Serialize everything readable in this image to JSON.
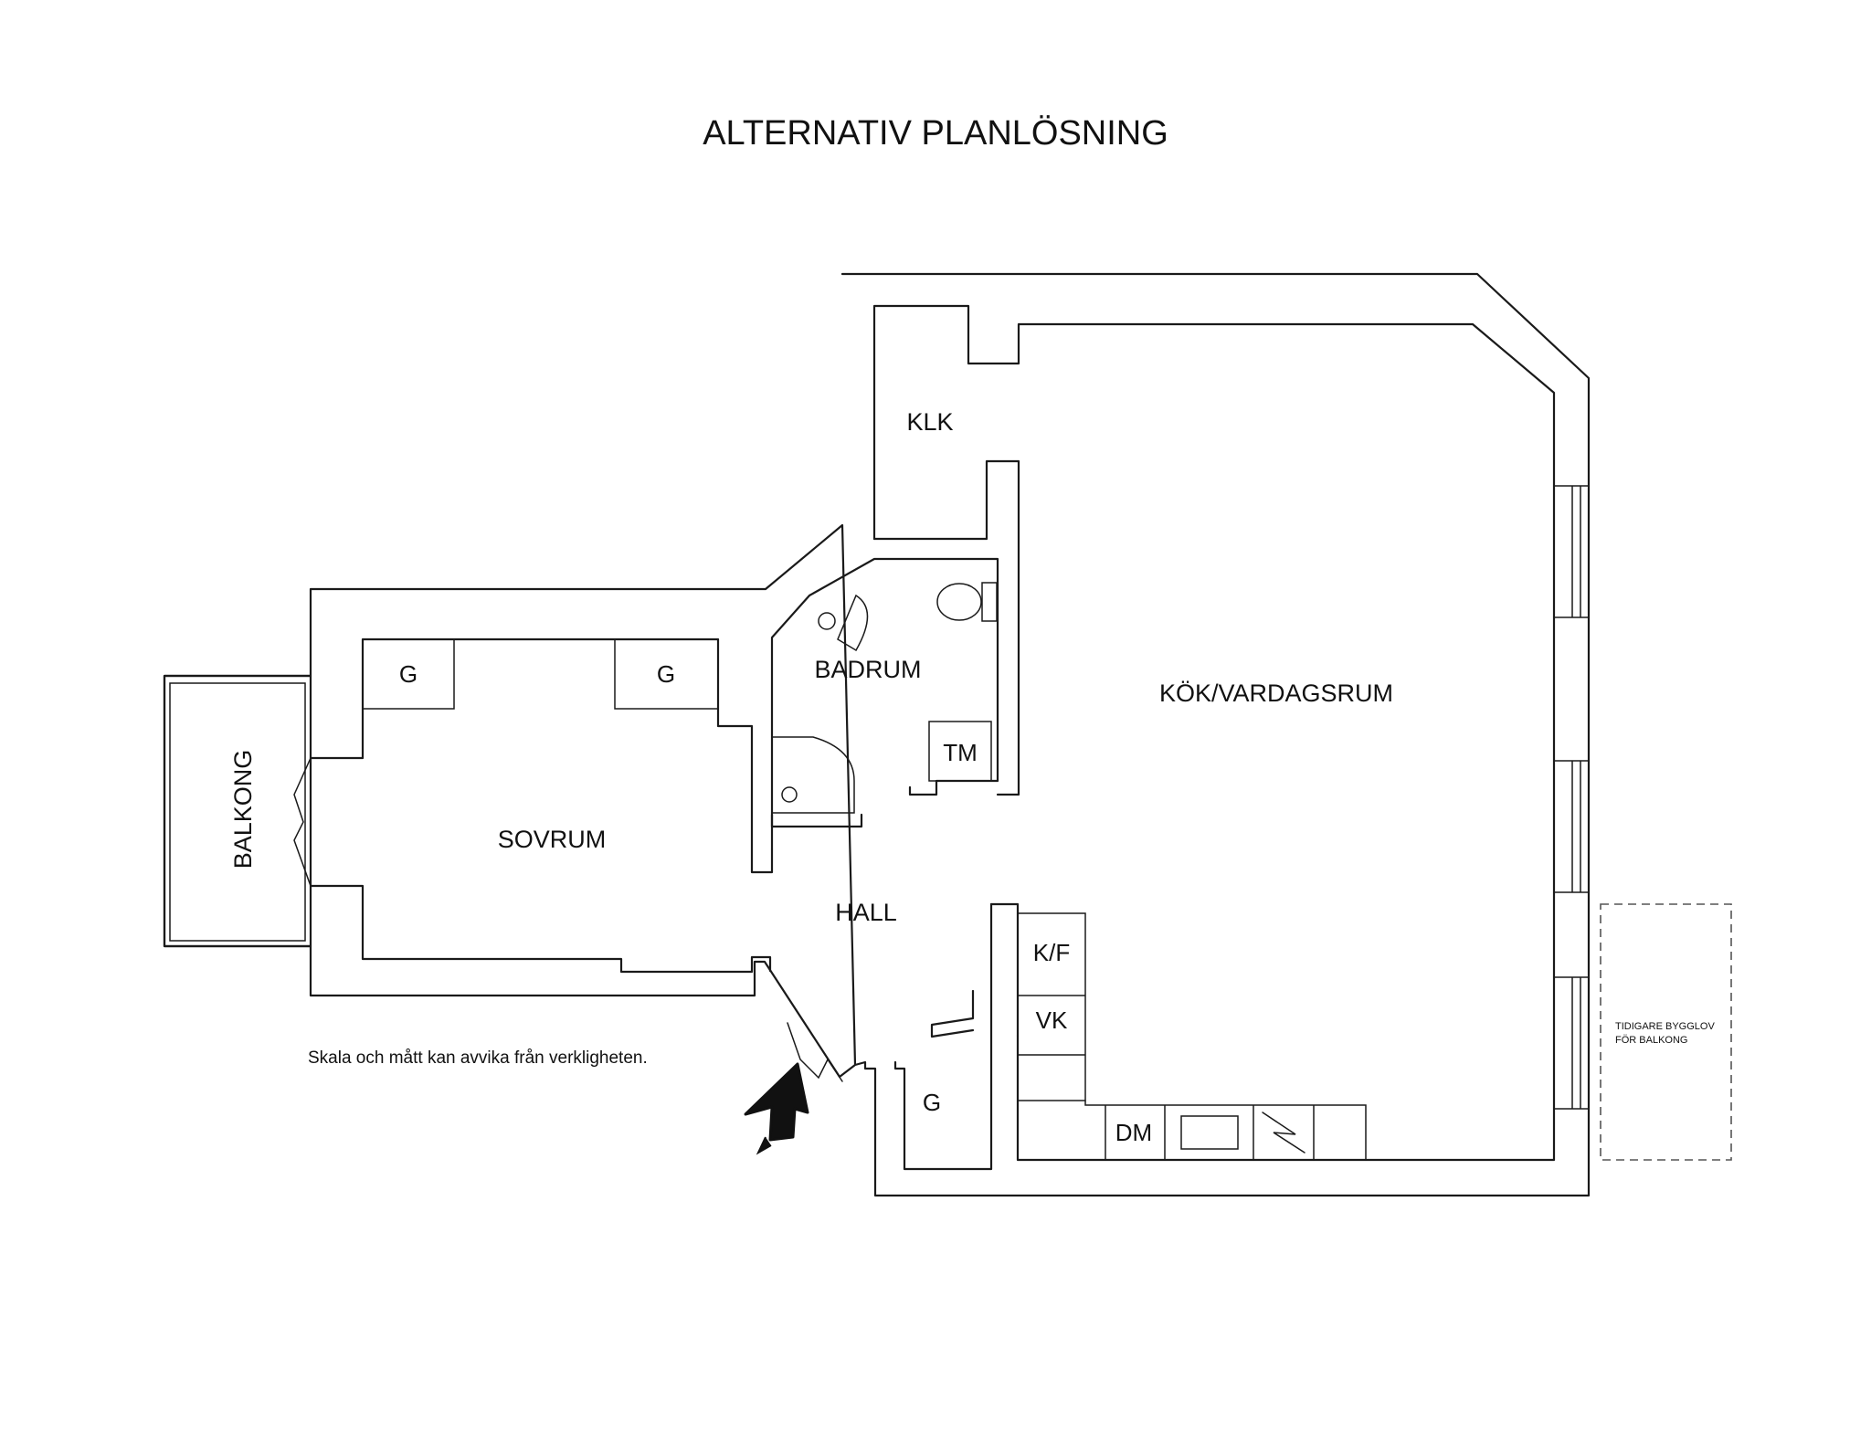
{
  "title": "ALTERNATIV PLANLÖSNING",
  "disclaimer": "Skala och mått kan avvika från verkligheten.",
  "rooms": {
    "klk": "KLK",
    "kok_vardagsrum": "KÖK/VARDAGSRUM",
    "badrum": "BADRUM",
    "tm": "TM",
    "sovrum": "SOVRUM",
    "balkong": "BALKONG",
    "hall": "HALL",
    "kf": "K/F",
    "vk": "VK",
    "dm": "DM",
    "g_sovrum_left": "G",
    "g_sovrum_right": "G",
    "g_hall": "G"
  },
  "balcony_note": {
    "line1": "TIDIGARE BYGGLOV",
    "line2": "FÖR BALKONG"
  },
  "colors": {
    "line": "#1a1a1a",
    "background": "#ffffff",
    "entrance_arrow": "#111111"
  },
  "icons": [
    "north-arrow-icon",
    "toilet-icon",
    "sink-icon",
    "shower-icon",
    "stove-icon"
  ]
}
